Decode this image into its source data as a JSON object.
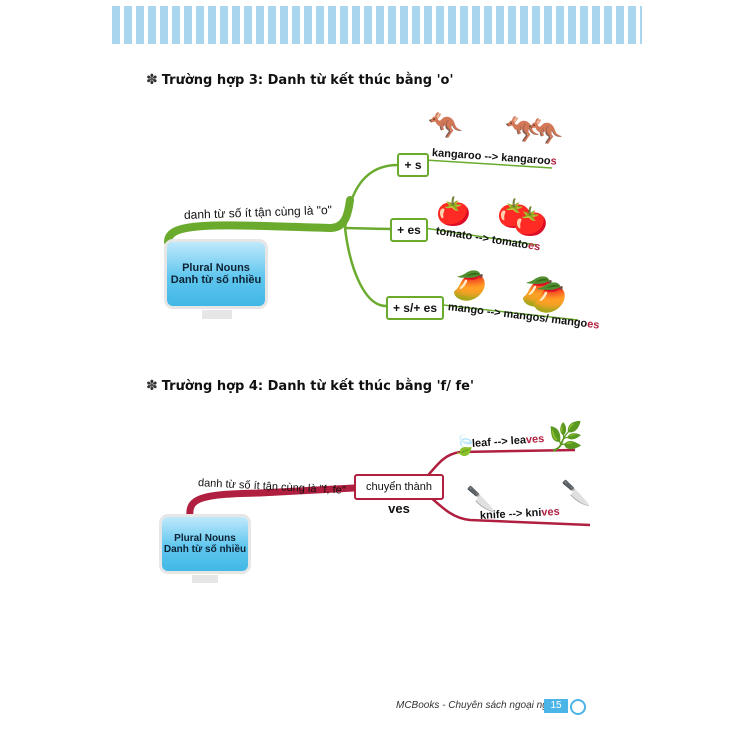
{
  "section3": {
    "heading": "Trường hợp 3: Danh từ kết thúc bằng 'o'",
    "branch_label": "danh từ số ít tận cùng là \"o\"",
    "center": {
      "line1": "Plural Nouns",
      "line2": "Danh từ số nhiều"
    },
    "rules": [
      {
        "label": "+ s",
        "example_base": "kangaroo --> kangaroo",
        "example_suffix": "s"
      },
      {
        "label": "+ es",
        "example_base": "tomato --> tomato",
        "example_suffix": "es"
      },
      {
        "label": "+ s/+ es",
        "example_base": "mango --> mangos/ mango",
        "example_suffix": "es"
      }
    ]
  },
  "section4": {
    "heading": "Trường hợp 4: Danh từ kết thúc bằng 'f/ fe'",
    "branch_label": "danh từ số ít tận cùng là \"f, fe\"",
    "center": {
      "line1": "Plural Nouns",
      "line2": "Danh từ số nhiều"
    },
    "transform": {
      "prefix": "chuyển thành",
      "bold": "ves"
    },
    "examples": [
      {
        "base": "leaf --> lea",
        "suffix": "ves"
      },
      {
        "base": "knife --> kni",
        "suffix": "ves"
      }
    ]
  },
  "footer": {
    "publisher": "MCBooks - Chuyên sách ngoại ngữ",
    "page": "15"
  },
  "colors": {
    "green": "#6aab2e",
    "red": "#b01f3f",
    "blue": "#4ab5e6"
  },
  "icons": [
    "flower-icon",
    "kangaroo-icon",
    "tomato-icon",
    "mango-icon",
    "leaf-icon",
    "knife-icon"
  ]
}
